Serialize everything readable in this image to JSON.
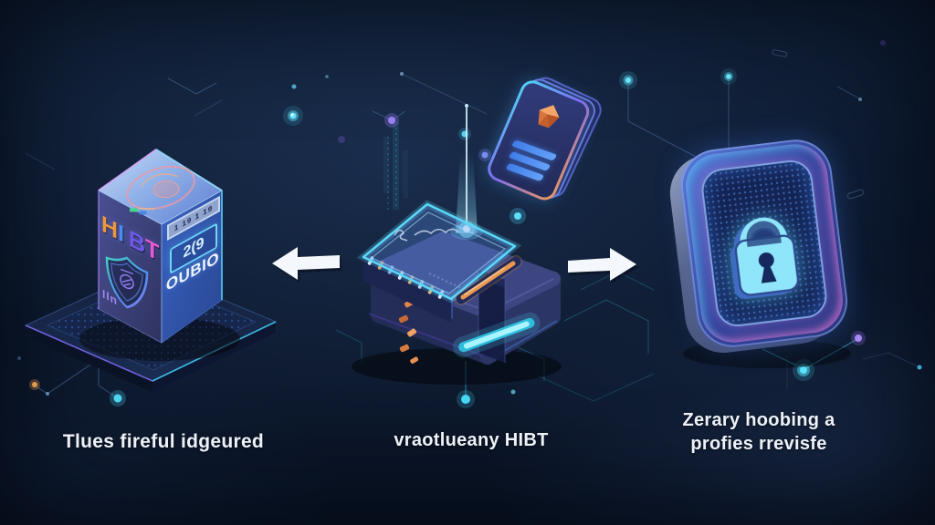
{
  "illustration": {
    "captions": {
      "left": "Tlues fireful idgeured",
      "center": "vraotlueany HIBT",
      "right_line1": "Zerary hoobing a",
      "right_line2": "profies rrevisfe"
    },
    "hibt_box": {
      "letters": [
        "H",
        "I",
        "B",
        "T"
      ],
      "footnote": "lln",
      "ticker": "1 19 1 19",
      "code": "2(9",
      "label": "OUBIO"
    },
    "icons": {
      "box_top": "fingerprint-sketch-icon",
      "box_side": "shield-icon",
      "center": "ledger-books-icon",
      "card": "gem-icon",
      "card_list": "list-bars-icon",
      "badge": "padlock-icon",
      "flow_left": "arrow-left-icon",
      "flow_right": "arrow-right-icon"
    },
    "colors": {
      "background": "#0d1a30",
      "accent_cyan": "#4fd8f8",
      "accent_purple": "#8b7bf5",
      "accent_pink": "#e566cc",
      "accent_orange": "#e8944e",
      "caption_text": "#eef2f8"
    }
  }
}
